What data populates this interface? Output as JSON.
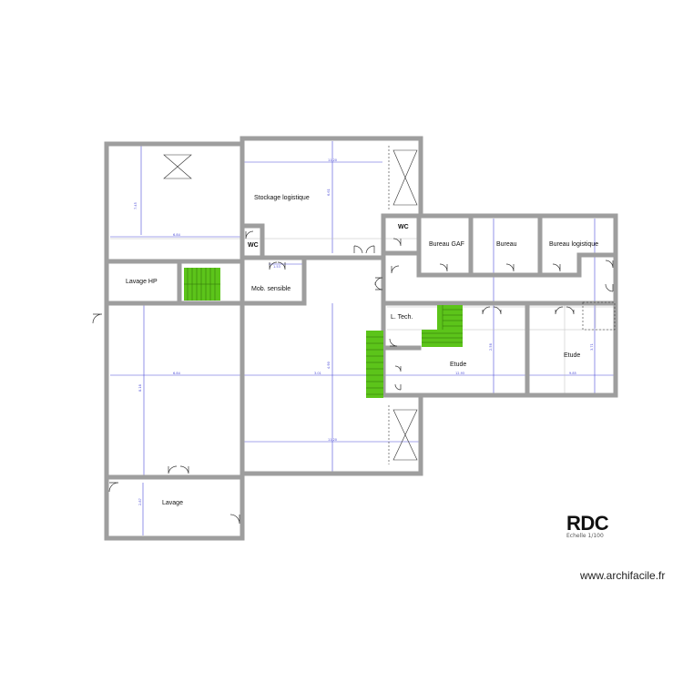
{
  "plan": {
    "level_title": "RDC",
    "scale_text": "Echelle 1/100",
    "website": "www.archifacile.fr",
    "colors": {
      "wall": "#9e9e9e",
      "dimension": "#4b4bd8",
      "stairs": "#5cc41a",
      "door": "#333333"
    },
    "rooms": {
      "stockage": "Stockage logistique",
      "wc1": "WC",
      "wc2": "WC",
      "bureau_gaf": "Bureau GAF",
      "bureau": "Bureau",
      "bureau_logistique": "Bureau logistique",
      "lavage_hp": "Lavage HP",
      "mob_sensible": "Mob. sensible",
      "l_tech": "L. Tech.",
      "etude1": "Etude",
      "etude2": "Etude",
      "lavage": "Lavage"
    },
    "dimensions": {
      "d1": "6.84",
      "d2": "11.20",
      "d3": "6.84",
      "d4": "3.01",
      "d5": "11.20",
      "d6": "12.93",
      "d7": "9.85",
      "d8": "7.45",
      "d9": "6.61",
      "d10": "8.18",
      "d11": "4.90",
      "d12": "2.58",
      "d13": "3.71",
      "d14": "2.87",
      "d15": "1.53"
    }
  }
}
